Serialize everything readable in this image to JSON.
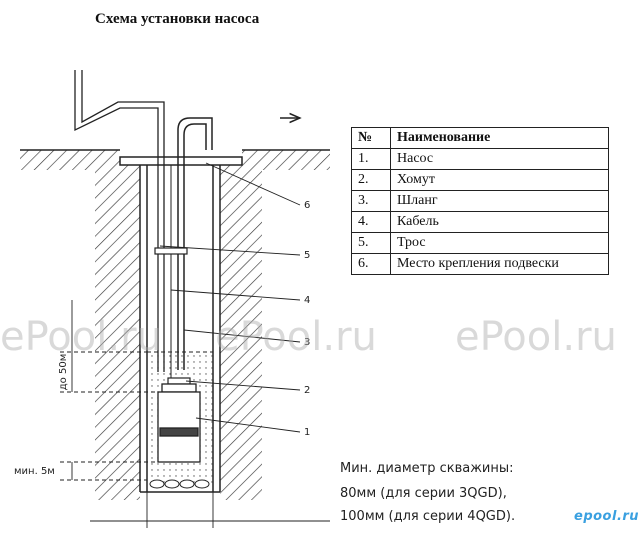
{
  "title": "Схема установки насоса",
  "legend": {
    "header_num": "№",
    "header_name": "Наименование",
    "rows": [
      {
        "num": "1.",
        "name": "Насос"
      },
      {
        "num": "2.",
        "name": "Хомут"
      },
      {
        "num": "3.",
        "name": "Шланг"
      },
      {
        "num": "4.",
        "name": "Кабель"
      },
      {
        "num": "5.",
        "name": "Трос"
      },
      {
        "num": "6.",
        "name": "Место крепления подвески"
      }
    ]
  },
  "callouts": [
    "6",
    "5",
    "4",
    "3",
    "2",
    "1"
  ],
  "dimensions": {
    "depth_label": "до 50м",
    "min_label": "мин. 5м"
  },
  "notes": {
    "line1": "Мин. диаметр скважины:",
    "line2": "80мм (для серии 3QGD),",
    "line3": "100мм (для  серии 4QGD)."
  },
  "watermarks": [
    "ePool.ru",
    "ePool.ru",
    "ePool.ru"
  ],
  "logo_text": "epool.ru"
}
